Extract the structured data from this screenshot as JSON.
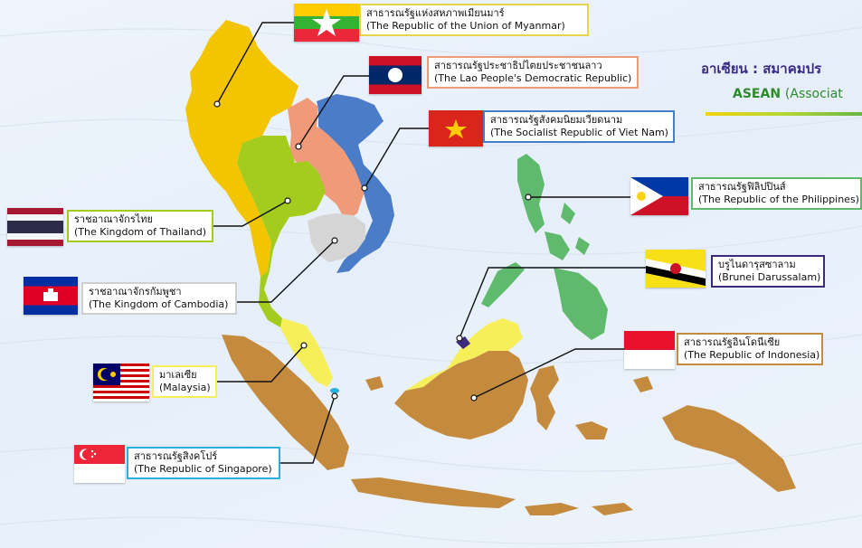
{
  "title": {
    "thai": "อาเซียน : สมาคมปร",
    "english_bold": "ASEAN",
    "english_rest": "(Associat"
  },
  "countries": {
    "myanmar": {
      "thai": "สาธารณรัฐแห่งสหภาพเมียนมาร์",
      "english": "(The Republic of the Union of Myanmar)",
      "color": "#f2c500"
    },
    "laos": {
      "thai": "สาธารณรัฐประชาธิปไตยประชาชนลาว",
      "english": "(The Lao People's Democratic Republic)",
      "color": "#ef9a78"
    },
    "vietnam": {
      "thai": "สาธารณรัฐสังคมนิยมเวียดนาม",
      "english": "(The Socialist Republic of Viet Nam)",
      "color": "#4b7cc7"
    },
    "thailand": {
      "thai": "ราชอาณาจักรไทย",
      "english": "(The Kingdom of Thailand)",
      "color": "#a3cc1f"
    },
    "cambodia": {
      "thai": "ราชอาณาจักรกัมพูชา",
      "english": "(The Kingdom of Cambodia)",
      "color": "#d5d5d5"
    },
    "philippines": {
      "thai": "สาธารณรัฐฟิลิปปินส์",
      "english": "(The Republic of the Philippines)",
      "color": "#5fba6d"
    },
    "brunei": {
      "thai": "บรูไนดารุสซาลาม",
      "english": "(Brunei Darussalam)",
      "color": "#3d2a7a"
    },
    "indonesia": {
      "thai": "สาธารณรัฐอินโดนีเซีย",
      "english": "(The Republic of Indonesia)",
      "color": "#c48a3e"
    },
    "malaysia": {
      "thai": "มาเลเซีย",
      "english": "(Malaysia)",
      "color": "#f6ef5a"
    },
    "singapore": {
      "thai": "สาธารณรัฐสิงคโปร์",
      "english": "(The Republic of Singapore)",
      "color": "#2ab0e0"
    }
  }
}
